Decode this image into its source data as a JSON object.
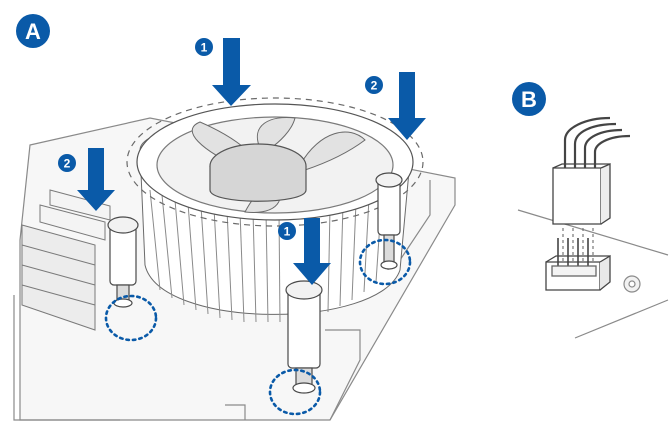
{
  "panels": [
    {
      "id": "A",
      "label": "A"
    },
    {
      "id": "B",
      "label": "B"
    }
  ],
  "steps": [
    {
      "id": "press-front",
      "number": "1"
    },
    {
      "id": "press-back",
      "number": "1"
    },
    {
      "id": "press-left",
      "number": "2"
    },
    {
      "id": "press-right",
      "number": "2"
    }
  ],
  "colors": {
    "accent": "#0a5aa8",
    "line": "#6a6a6a",
    "fill": "#ffffff",
    "board": "#e4e4e4"
  },
  "icons": {
    "arrow": "down-arrow-icon",
    "highlight": "dotted-circle-icon"
  }
}
